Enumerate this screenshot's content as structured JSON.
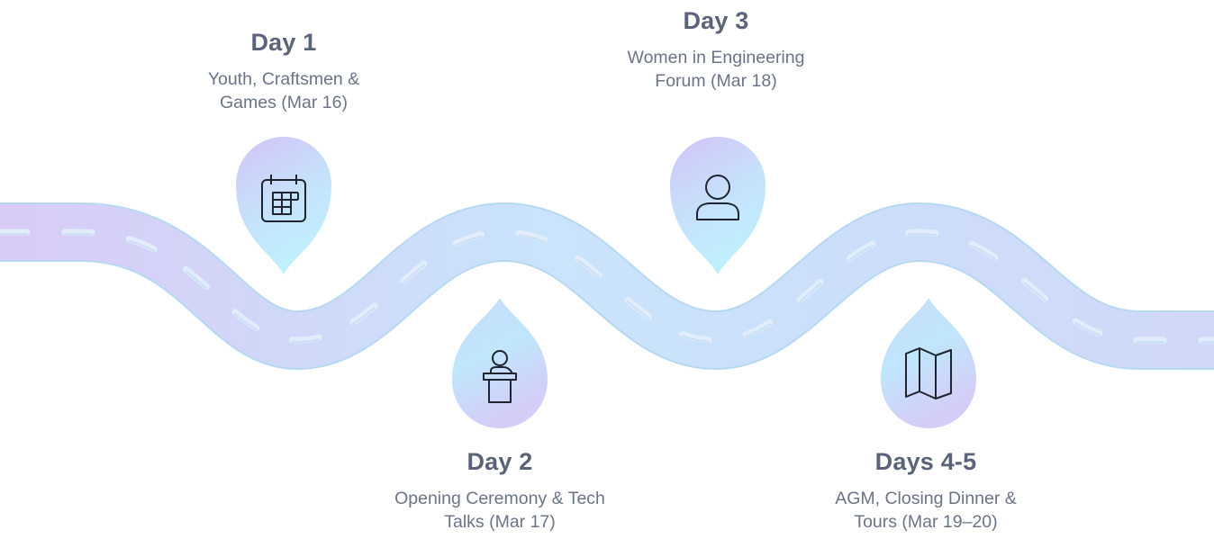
{
  "colors": {
    "road_start": "#d6c9f5",
    "road_end": "#c7e7fb",
    "road_edge": "#b9dcf5",
    "dash": "#dbe9fb",
    "pin_top": "#cec1f6",
    "pin_bottom": "#c3eafd",
    "icon_stroke": "#1f2430",
    "title_text": "#5a6378",
    "desc_text": "#6b7487"
  },
  "milestones": [
    {
      "title": "Day 1",
      "description": "Youth, Craftsmen & Games (Mar 16)",
      "icon": "calendar-icon"
    },
    {
      "title": "Day 3",
      "description": "Women in Engineering Forum (Mar 18)",
      "icon": "person-icon"
    },
    {
      "title": "Day 2",
      "description": "Opening Ceremony & Tech Talks (Mar 17)",
      "icon": "podium-speaker-icon"
    },
    {
      "title": "Days 4-5",
      "description": "AGM, Closing Dinner & Tours (Mar 19–20)",
      "icon": "map-icon"
    }
  ]
}
